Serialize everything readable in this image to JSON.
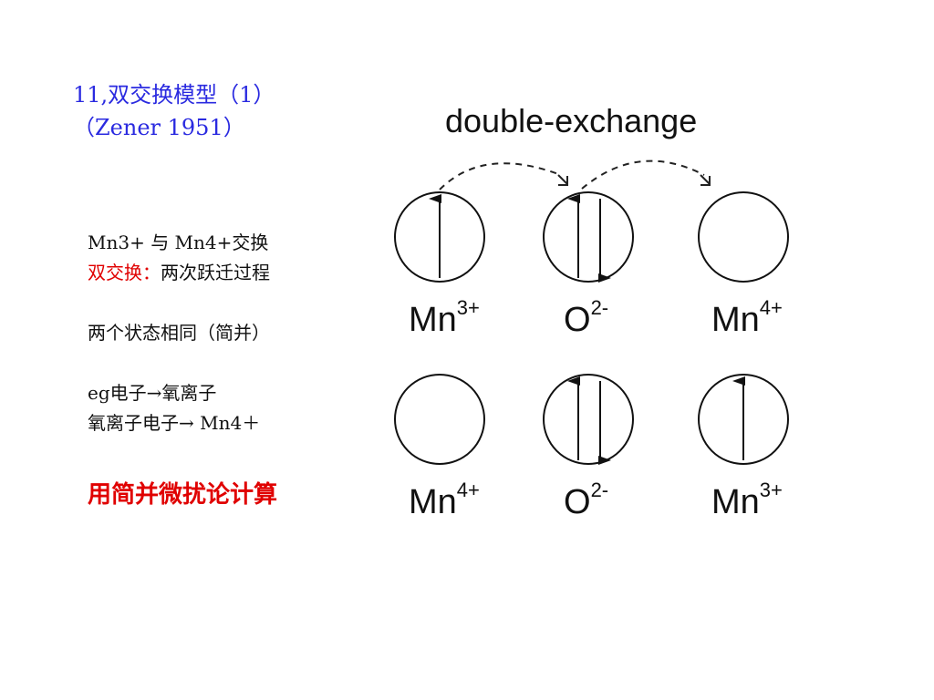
{
  "title": {
    "line1": "11,双交换模型（1）",
    "line2": "（Zener 1951）"
  },
  "notes": {
    "line1": "Mn3+ 与 Mn4+交换",
    "line2_red": "双交换：",
    "line2_rest": "两次跃迁过程",
    "line3": "两个状态相同（简并）",
    "line4": "eg电子→氧离子",
    "line5": "氧离子电子→ Mn4＋"
  },
  "conclusion": "用简并微扰论计算",
  "diagram": {
    "heading": "double-exchange",
    "top_row": [
      {
        "element": "Mn",
        "charge": "3+"
      },
      {
        "element": "O",
        "charge": "2-"
      },
      {
        "element": "Mn",
        "charge": "4+"
      }
    ],
    "bottom_row": [
      {
        "element": "Mn",
        "charge": "4+"
      },
      {
        "element": "O",
        "charge": "2-"
      },
      {
        "element": "Mn",
        "charge": "3+"
      }
    ]
  },
  "colors": {
    "title": "#2a2ae0",
    "highlight": "#e00000",
    "text": "#111111"
  }
}
